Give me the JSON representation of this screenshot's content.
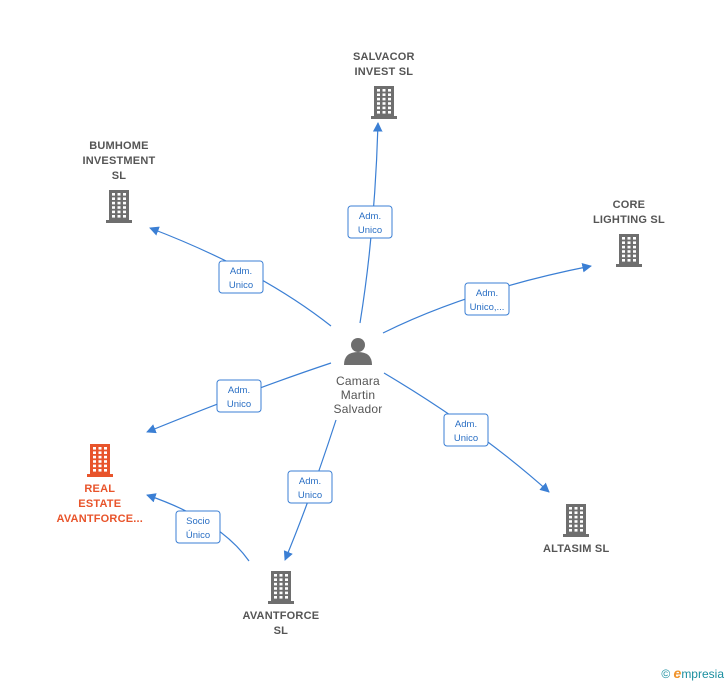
{
  "people": [
    {
      "id": "person",
      "label": [
        "Camara",
        "Martin",
        "Salvador"
      ]
    }
  ],
  "companies": [
    {
      "id": "salvacor",
      "label": [
        "SALVACOR",
        "INVEST  SL"
      ],
      "highlight": false
    },
    {
      "id": "bumhome",
      "label": [
        "BUMHOME",
        "INVESTMENT",
        "SL"
      ],
      "highlight": false
    },
    {
      "id": "core",
      "label": [
        "CORE",
        "LIGHTING  SL"
      ],
      "highlight": false
    },
    {
      "id": "realestate",
      "label": [
        "REAL",
        "ESTATE",
        "AVANTFORCE..."
      ],
      "highlight": true
    },
    {
      "id": "avantforce",
      "label": [
        "AVANTFORCE",
        "SL"
      ],
      "highlight": false
    },
    {
      "id": "altasim",
      "label": [
        "ALTASIM  SL"
      ],
      "highlight": false
    }
  ],
  "relations": [
    {
      "from": "person",
      "to": "salvacor",
      "label": [
        "Adm.",
        "Unico"
      ]
    },
    {
      "from": "person",
      "to": "bumhome",
      "label": [
        "Adm.",
        "Unico"
      ]
    },
    {
      "from": "person",
      "to": "core",
      "label": [
        "Adm.",
        "Unico,..."
      ]
    },
    {
      "from": "person",
      "to": "realestate",
      "label": [
        "Adm.",
        "Unico"
      ]
    },
    {
      "from": "person",
      "to": "avantforce",
      "label": [
        "Adm.",
        "Unico"
      ]
    },
    {
      "from": "person",
      "to": "altasim",
      "label": [
        "Adm.",
        "Unico"
      ]
    },
    {
      "from": "avantforce",
      "to": "realestate",
      "label": [
        "Socio",
        "Único"
      ]
    }
  ],
  "colors": {
    "edge": "#3b7fd4",
    "building": "#6e6e6e",
    "building_main": "#e8542b",
    "person": "#6e6e6e"
  },
  "footer": {
    "copyright": "©",
    "brand_initial": "e",
    "brand_rest": "mpresia"
  }
}
